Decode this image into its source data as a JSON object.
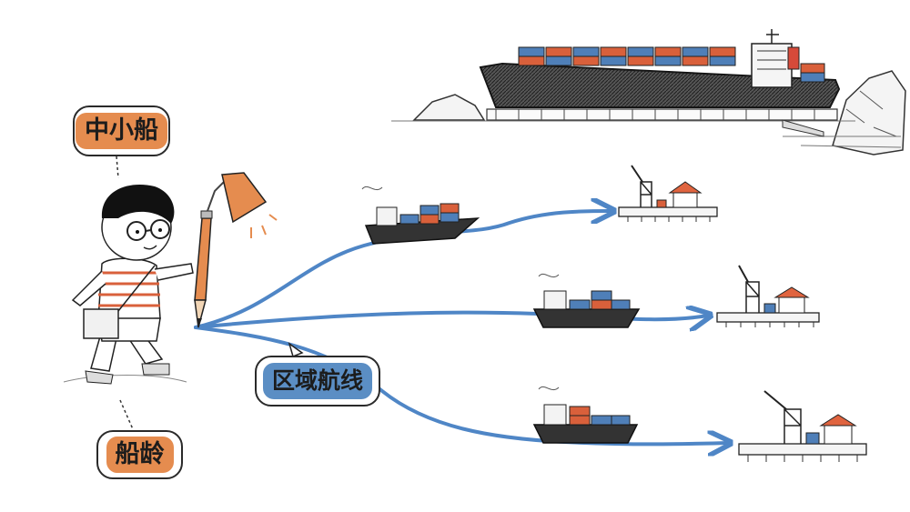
{
  "labels": {
    "vessel_type": "中小船",
    "vessel_age": "船龄",
    "route_type": "区域航线"
  },
  "colors": {
    "orange": "#e58c4f",
    "blue": "#5b8ec4",
    "ink": "#1f1f1f",
    "route_line": "#4f86c6",
    "container_red": "#d9603b",
    "container_blue": "#4f7fb8"
  },
  "icons": [
    "person-icon",
    "lamp-icon",
    "pencil-icon",
    "bag-icon",
    "large-container-ship-icon",
    "small-container-ship-icon",
    "crane-icon",
    "port-house-icon",
    "dock-icon",
    "arrow-icon",
    "rock-icon"
  ]
}
